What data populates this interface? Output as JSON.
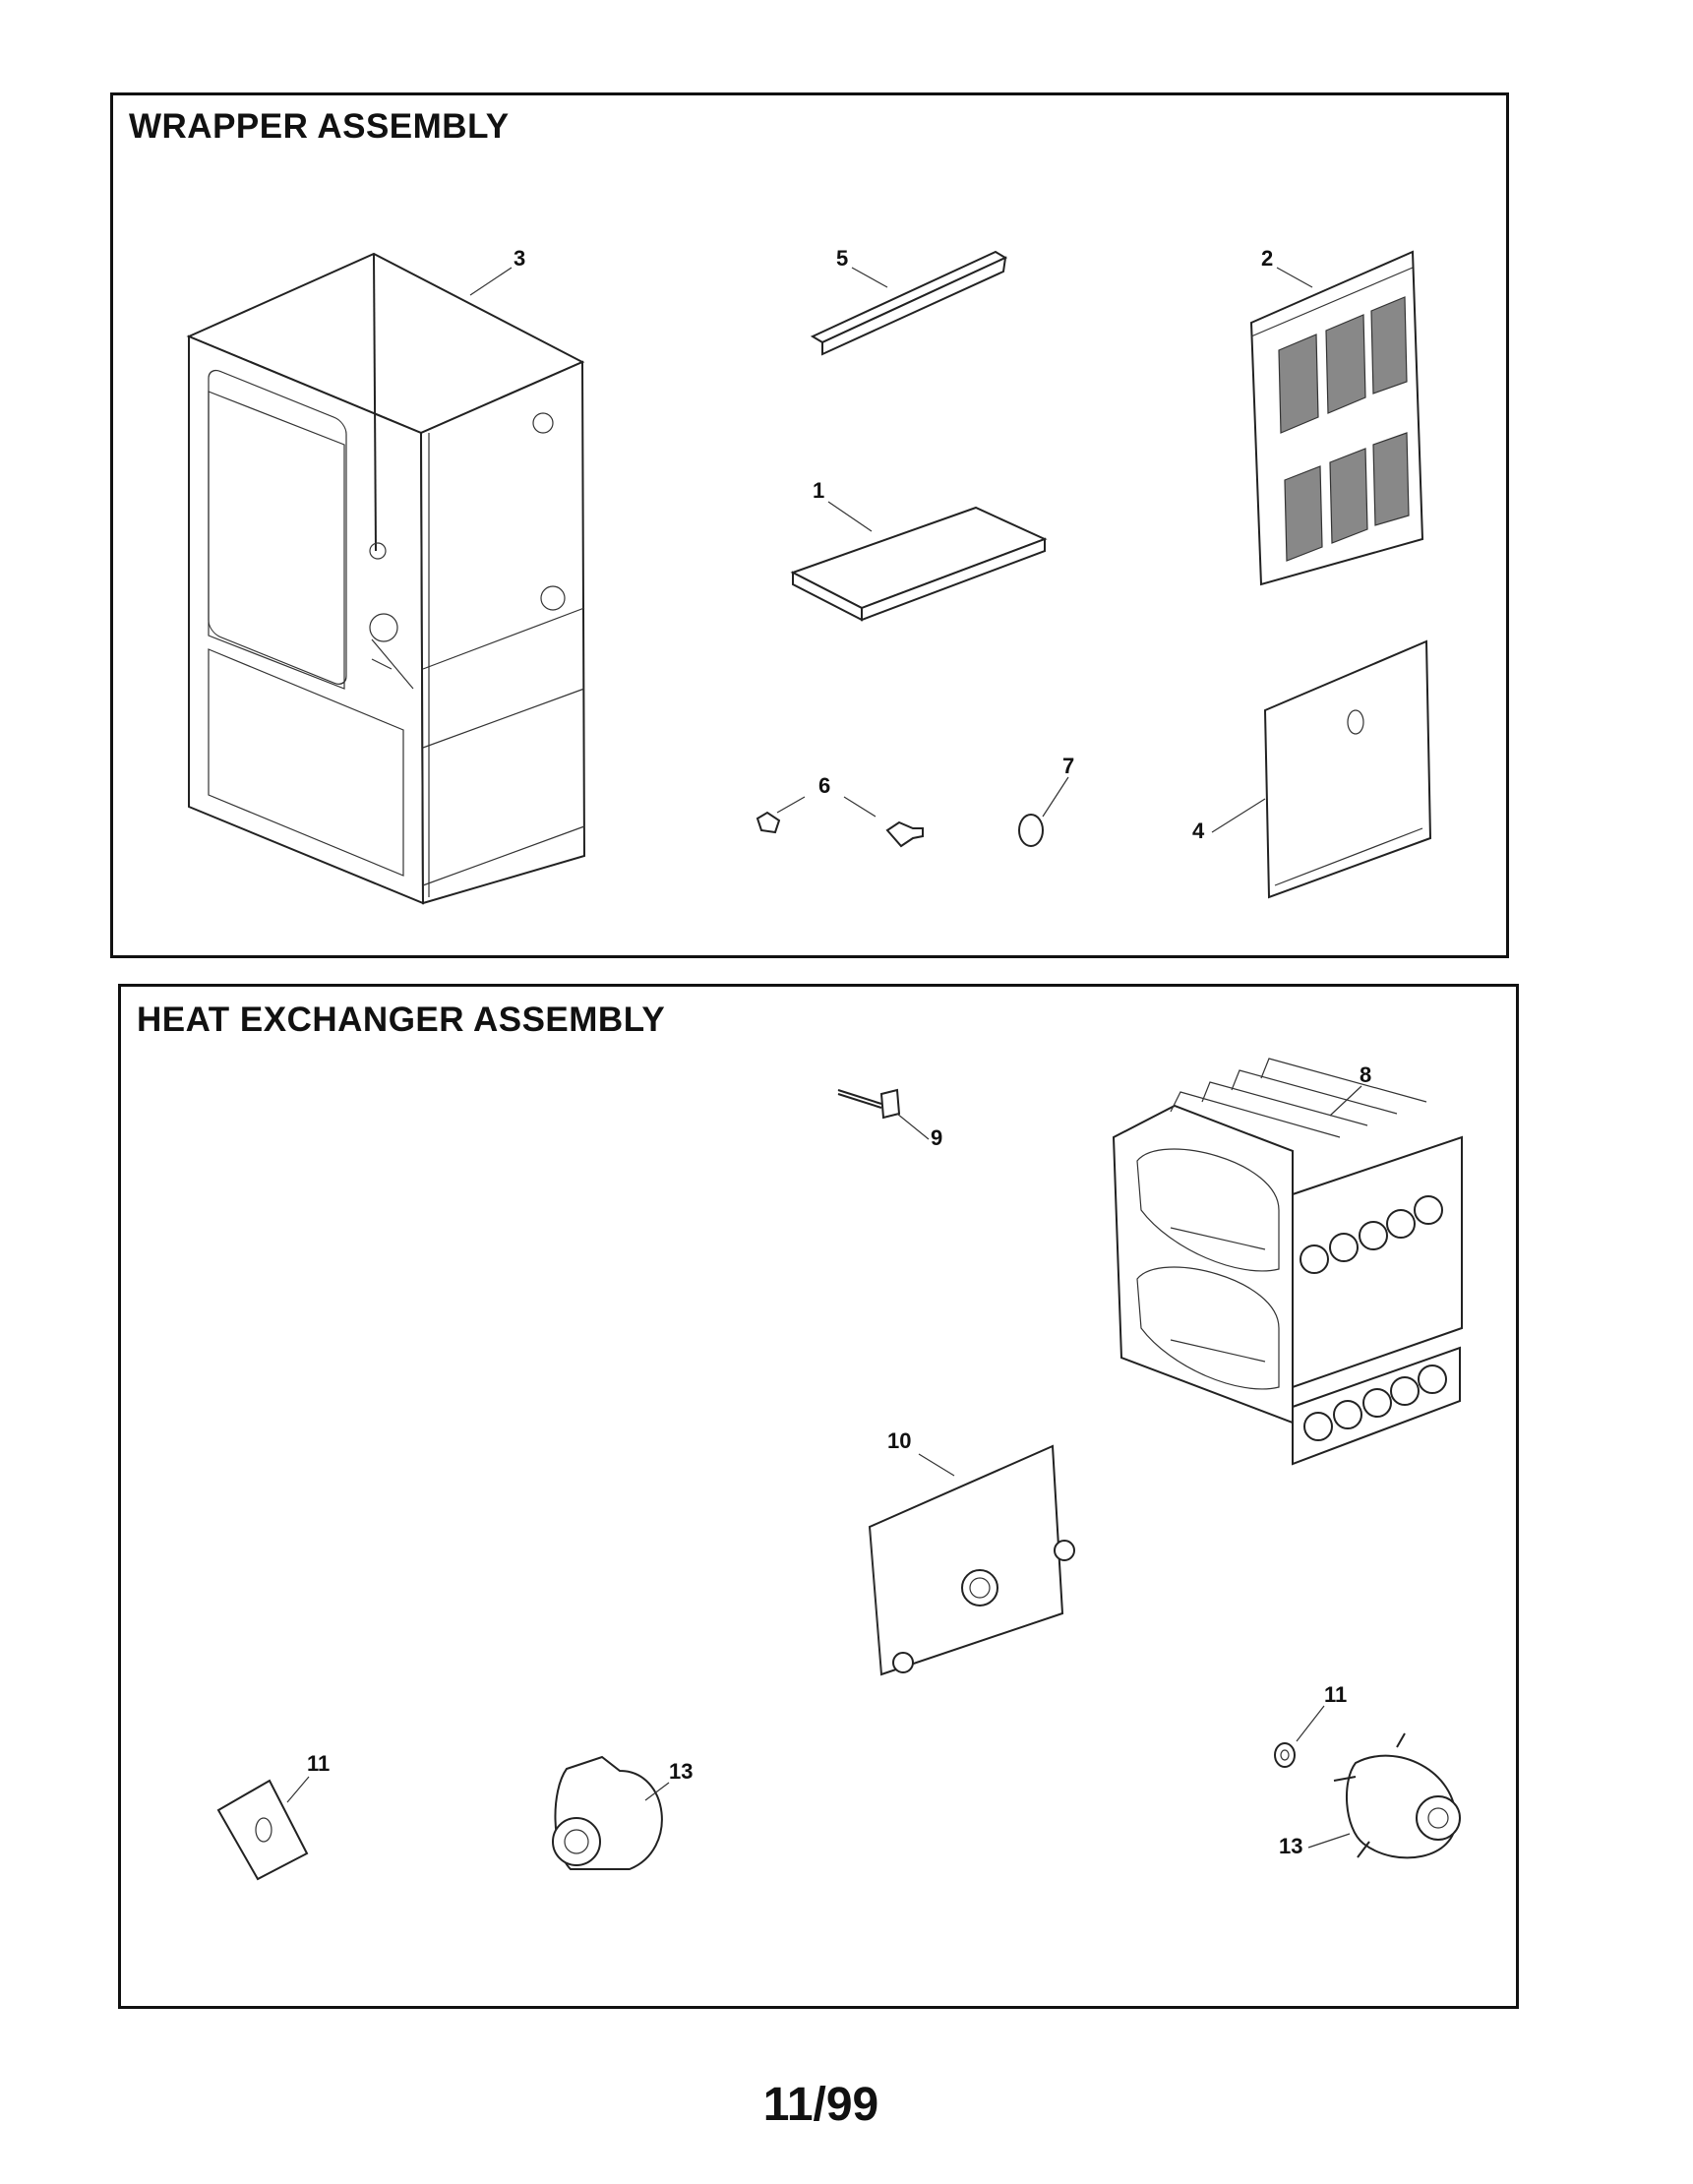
{
  "panels": [
    {
      "title": "WRAPPER ASSEMBLY"
    },
    {
      "title": "HEAT EXCHANGER ASSEMBLY"
    }
  ],
  "callouts": {
    "p1": [
      "3",
      "5",
      "2",
      "1",
      "6",
      "7",
      "4"
    ],
    "p2": [
      "8",
      "9",
      "10",
      "11",
      "13",
      "11",
      "13"
    ]
  },
  "footer": "11/99"
}
